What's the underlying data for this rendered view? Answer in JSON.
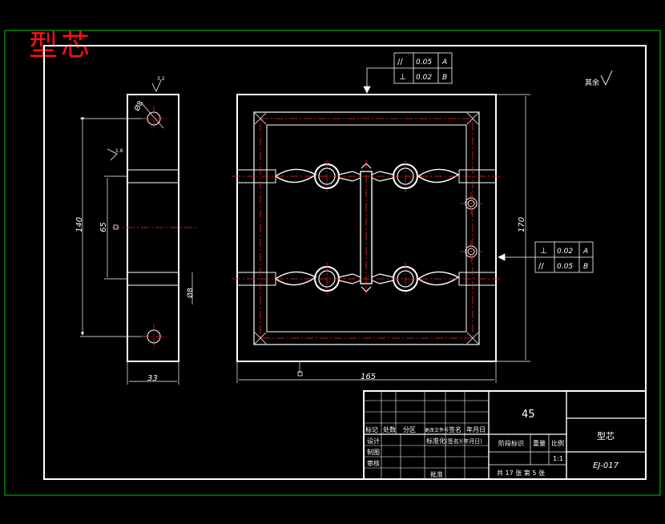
{
  "title": "型芯",
  "surface_marks": {
    "side_view": "3.2",
    "side_view_face": "1.6",
    "other": "其余"
  },
  "side_view": {
    "dim_hole_top": "Ø8",
    "dim_hole_bottom": "Ø8",
    "dim_height": "140",
    "dim_pitch": "65",
    "dim_width": "33"
  },
  "main_view": {
    "dim_width": "165",
    "dim_height": "170"
  },
  "tolerances": {
    "top": [
      {
        "symbol": "//",
        "value": "0.05",
        "datum": "A"
      },
      {
        "symbol": "⊥",
        "value": "0.02",
        "datum": "B"
      }
    ],
    "right": [
      {
        "symbol": "⊥",
        "value": "0.02",
        "datum": "A"
      },
      {
        "symbol": "//",
        "value": "0.05",
        "datum": "B"
      }
    ]
  },
  "title_block": {
    "material": "45",
    "part_name": "型芯",
    "drawing_no": "EJ-017",
    "headers": [
      "标记",
      "处数",
      "分区",
      "更改文件号",
      "签名",
      "年月日"
    ],
    "roles": [
      "设计",
      "制图",
      "审核"
    ],
    "standardization": "标准化",
    "sign_date": "(签名)(年月日)",
    "stage_label": "阶段标识",
    "weight_label": "重量",
    "scale_label": "比例",
    "scale": "1:1",
    "sheet_info": "共 17 张  第 5 张",
    "approve": "批准"
  },
  "colors": {
    "background": "#000000",
    "outline": "#ffffff",
    "centerline": "#ff2020",
    "border": "#00c800",
    "title": "#ff1010"
  }
}
